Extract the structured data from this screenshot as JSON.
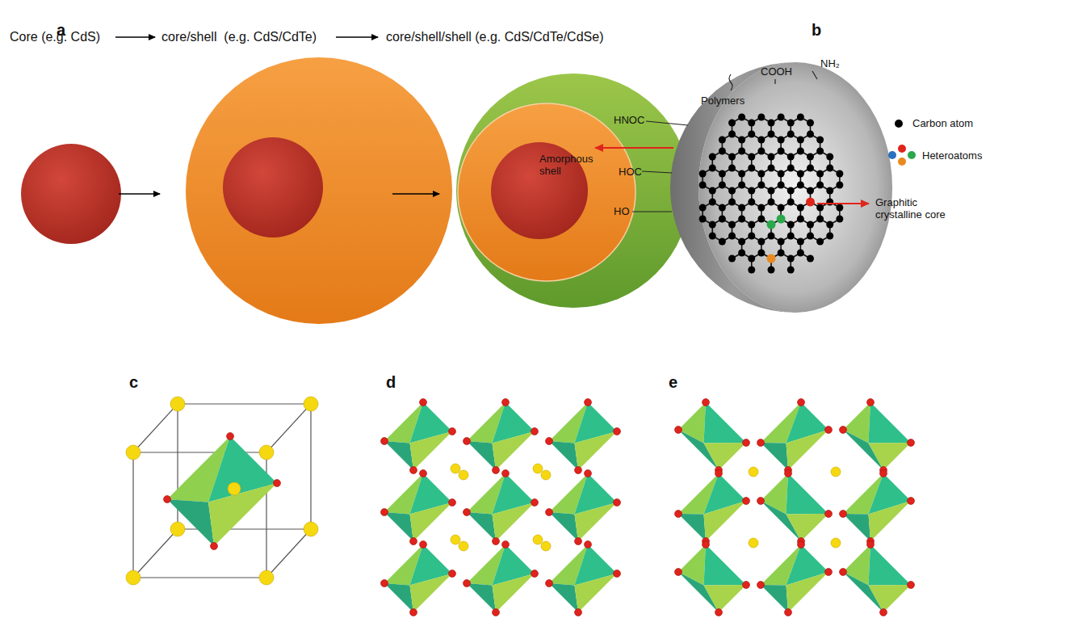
{
  "diagram": {
    "labels": [
      "a",
      "Core (e.g. CdS)",
      "core/shell  (e.g. CdS/CdTe)",
      "core/shell/shell (e.g. CdS/CdTe/CdSe)",
      "b",
      "Polymers",
      "COOH",
      "NH₂",
      "HNOC",
      "Amorphous shell",
      "HOC",
      "HO",
      "Graphitic crystalline core",
      "c",
      "d",
      "e"
    ],
    "legend": [
      {
        "text": "Carbon atom",
        "color": "#000000"
      },
      {
        "text": "Heteroatoms"
      }
    ]
  }
}
